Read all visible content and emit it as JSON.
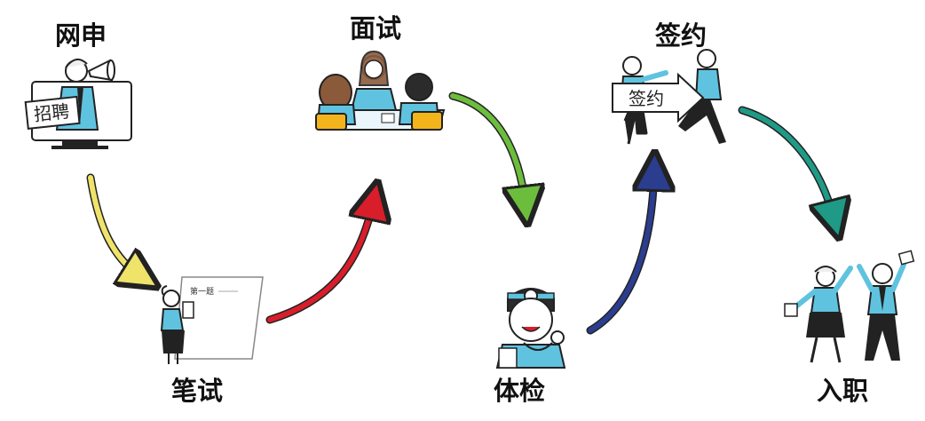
{
  "steps": [
    {
      "label": "网申",
      "sign": "招聘"
    },
    {
      "label": "笔试",
      "paper": "第一题"
    },
    {
      "label": "面试"
    },
    {
      "label": "体检"
    },
    {
      "label": "签约",
      "sign": "签约"
    },
    {
      "label": "入职"
    }
  ],
  "colors": {
    "accent": "#5fc3e0",
    "arrow1": "#efe36a",
    "arrow2": "#d71e2a",
    "arrow3": "#6dbd3d",
    "arrow4": "#2a3d8f",
    "arrow5": "#1f9a86",
    "ink": "#111111",
    "chair": "#f3b41b"
  }
}
